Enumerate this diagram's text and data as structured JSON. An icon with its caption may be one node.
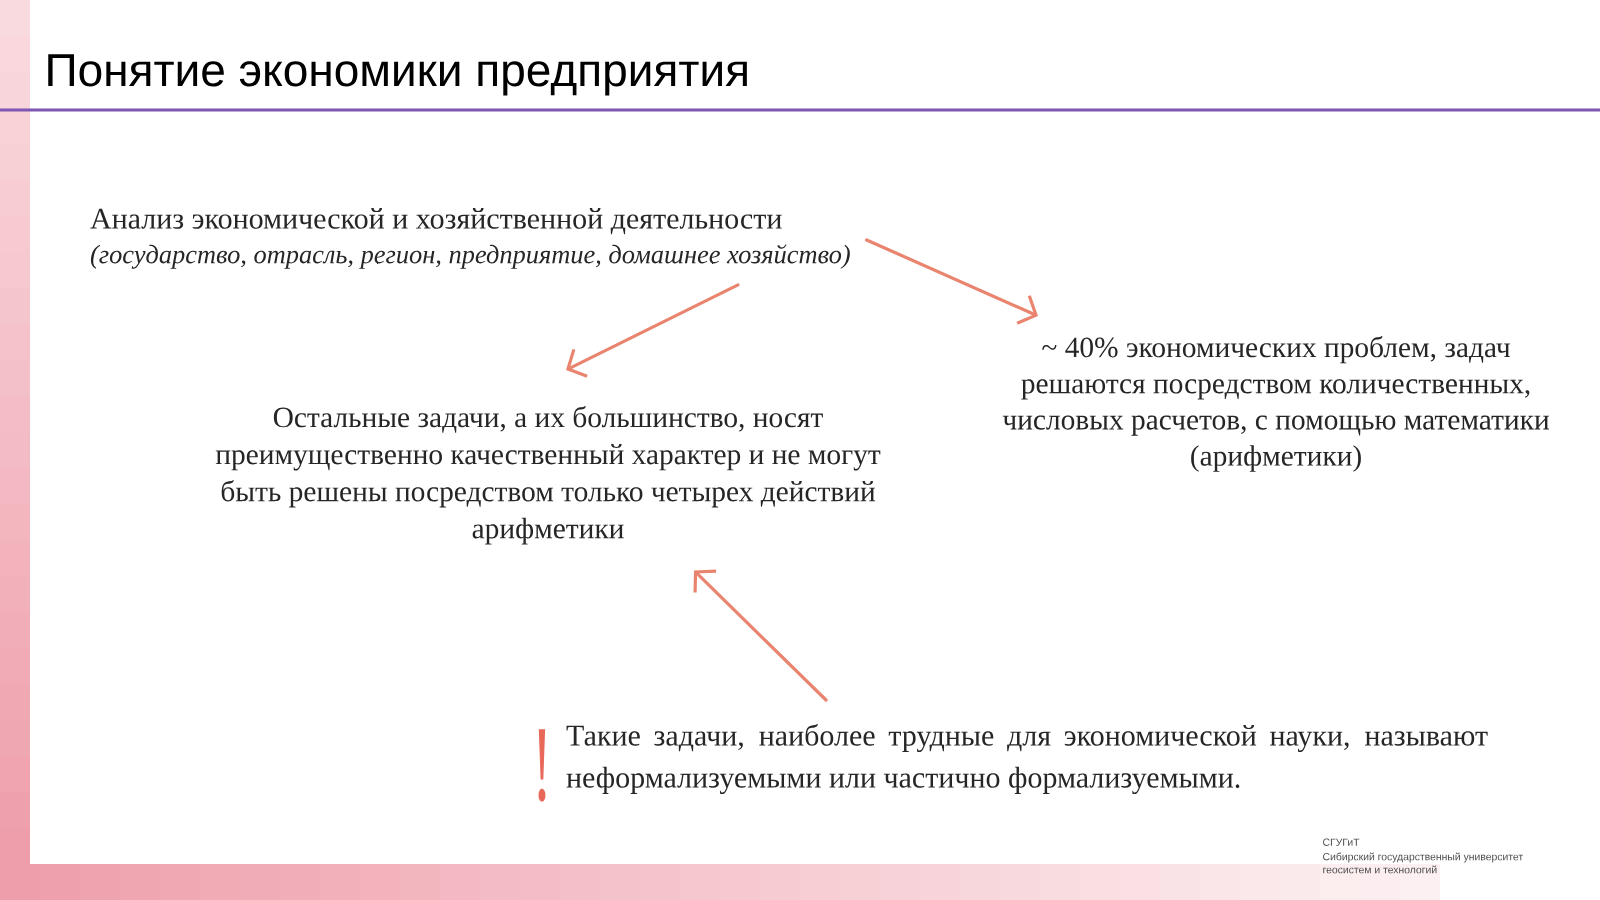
{
  "diagram": {
    "title": "Понятие экономики предприятия",
    "nodes": [
      {
        "text": [
          "Анализ экономической и хозяйственной деятельности",
          "(государство, отрасль, регион, предприятие, домашнее хозяйство)"
        ]
      },
      {
        "text": [
          "Остальные задачи, а их большинство, носят преимущественно качественный характер и не могут быть решены посредством только четырех действий арифметики"
        ]
      },
      {
        "text": [
          "~ 40% экономических проблем, задач решаются посредством количественных, числовых расчетов, с помощью математики (арифметики)"
        ]
      },
      {
        "text": [
          "Такие задачи, наиболее трудные для экономической науки, называют неформализуемыми или частично формализуемыми."
        ],
        "beside": [
          "!"
        ]
      }
    ],
    "edges": [
      {
        "from": 0,
        "to": 1,
        "arrow": "to"
      },
      {
        "from": 0,
        "to": 2,
        "arrow": "to"
      },
      {
        "from": 3,
        "to": 1,
        "arrow": "to"
      }
    ],
    "labels": [
      "СГУГиТ",
      "Сибирский государственный университет геосистем и технологий"
    ]
  }
}
